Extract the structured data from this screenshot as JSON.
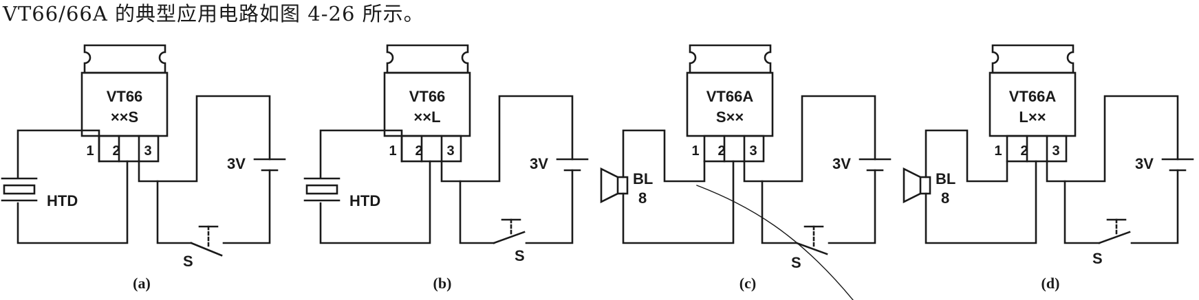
{
  "intro_text": "VT66/66A 的典型应用电路如图 4-26 所示。",
  "colors": {
    "ink": "#1a1a1a",
    "paper": "#ffffff"
  },
  "circuits": [
    {
      "id": "a",
      "chip_line1": "VT66",
      "chip_line2": "××S",
      "pins": [
        "1",
        "2",
        "3"
      ],
      "load": "HTD",
      "voltage": "3V",
      "switch": "S",
      "caption": "(a)"
    },
    {
      "id": "b",
      "chip_line1": "VT66",
      "chip_line2": "××L",
      "pins": [
        "1",
        "2",
        "3"
      ],
      "load": "HTD",
      "voltage": "3V",
      "switch": "S",
      "caption": "(b)"
    },
    {
      "id": "c",
      "chip_line1": "VT66A",
      "chip_line2": "S××",
      "pins": [
        "1",
        "2",
        "3"
      ],
      "load": "BL",
      "load_value": "8",
      "voltage": "3V",
      "switch": "S",
      "caption": "(c)"
    },
    {
      "id": "d",
      "chip_line1": "VT66A",
      "chip_line2": "L××",
      "pins": [
        "1",
        "2",
        "3"
      ],
      "load": "BL",
      "load_value": "8",
      "voltage": "3V",
      "switch": "S",
      "caption": "(d)"
    }
  ]
}
